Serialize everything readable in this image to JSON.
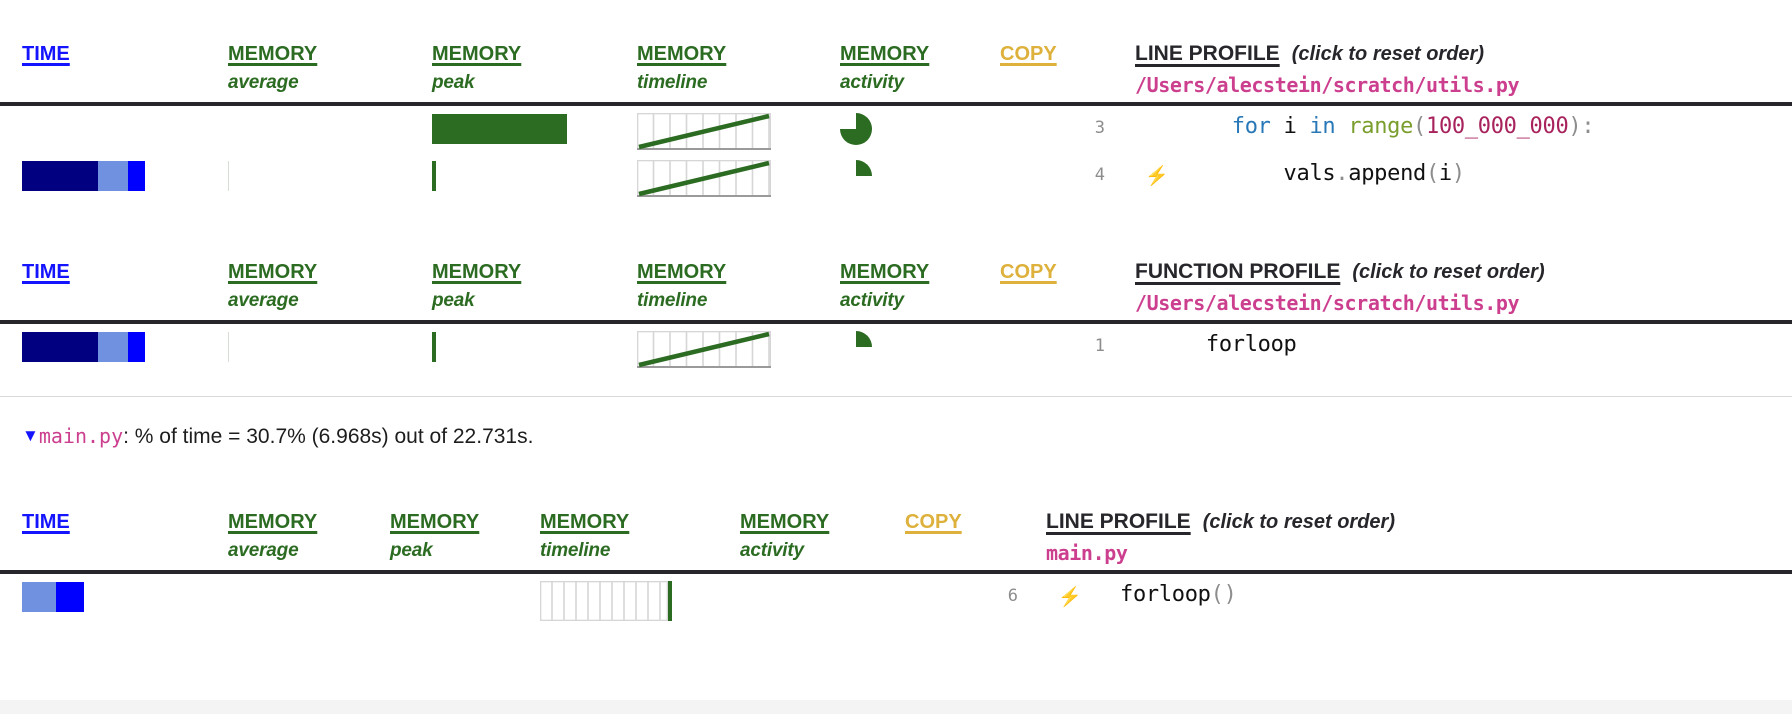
{
  "columns": {
    "time": {
      "main": "TIME",
      "sub": ""
    },
    "mem_average": {
      "main": "MEMORY",
      "sub": "average"
    },
    "mem_peak": {
      "main": "MEMORY",
      "sub": "peak"
    },
    "mem_timeline": {
      "main": "MEMORY",
      "sub": "timeline"
    },
    "mem_activity": {
      "main": "MEMORY",
      "sub": "activity"
    },
    "copy": {
      "main": "COPY",
      "sub": ""
    }
  },
  "colors": {
    "time_link": "#1414ff",
    "memory": "#2c6c22",
    "copy": "#ddb13b",
    "path": "#cc3f8e",
    "rule": "#26262b",
    "time_seg_dark": "#000080",
    "time_seg_mid": "#6f91e0",
    "time_seg_bright": "#0000ff"
  },
  "sections": [
    {
      "id": "line-profile-utils",
      "title": "LINE PROFILE",
      "hint": "(click to reset order)",
      "path": "/Users/alecstein/scratch/utils.py",
      "rows": [
        {
          "lineno": "3",
          "bolt": "",
          "code_tokens": [
            {
              "t": "    ",
              "c": "pln"
            },
            {
              "t": "for",
              "c": "kw"
            },
            {
              "t": " i ",
              "c": "pln"
            },
            {
              "t": "in",
              "c": "kw"
            },
            {
              "t": " ",
              "c": "pln"
            },
            {
              "t": "range",
              "c": "fn"
            },
            {
              "t": "(",
              "c": "pun"
            },
            {
              "t": "100_000_000",
              "c": "num"
            },
            {
              "t": ")",
              "c": "pun"
            },
            {
              "t": ":",
              "c": "pun"
            }
          ],
          "time_segments": [],
          "mem_average": false,
          "mem_peak_width": 135,
          "timeline": "ramp",
          "activity_pct": 75
        },
        {
          "lineno": "4",
          "bolt": "⚡",
          "code_tokens": [
            {
              "t": "        vals",
              "c": "pln"
            },
            {
              "t": ".",
              "c": "pun"
            },
            {
              "t": "append",
              "c": "pln"
            },
            {
              "t": "(",
              "c": "pun"
            },
            {
              "t": "i",
              "c": "pln"
            },
            {
              "t": ")",
              "c": "pun"
            }
          ],
          "time_segments": [
            {
              "color": "#000080",
              "width": 76
            },
            {
              "color": "#6f91e0",
              "width": 30
            },
            {
              "color": "#0000ff",
              "width": 17
            }
          ],
          "mem_average": true,
          "mem_peak_width": 4,
          "timeline": "ramp",
          "activity_pct": 25
        }
      ]
    },
    {
      "id": "function-profile-utils",
      "title": "FUNCTION PROFILE",
      "hint": "(click to reset order)",
      "path": "/Users/alecstein/scratch/utils.py",
      "rows": [
        {
          "lineno": "1",
          "bolt": "",
          "code_tokens": [
            {
              "t": "  forloop",
              "c": "pln"
            }
          ],
          "time_segments": [
            {
              "color": "#000080",
              "width": 76
            },
            {
              "color": "#6f91e0",
              "width": 30
            },
            {
              "color": "#0000ff",
              "width": 17
            }
          ],
          "mem_average": true,
          "mem_peak_width": 4,
          "timeline": "ramp",
          "activity_pct": 25
        }
      ]
    }
  ],
  "summary": {
    "triangle": "▼",
    "file": "main.py",
    "text": ": % of time = 30.7% (6.968s) out of 22.731s.",
    "percent": "30.7%",
    "self_time": "6.968s",
    "total_time": "22.731s"
  },
  "bottom_section": {
    "id": "line-profile-main",
    "title": "LINE PROFILE",
    "hint": "(click to reset order)",
    "path": "main.py",
    "rows": [
      {
        "lineno": "6",
        "bolt": "⚡",
        "code_tokens": [
          {
            "t": "forloop",
            "c": "pln"
          },
          {
            "t": "()",
            "c": "pun"
          }
        ],
        "time_segments": [
          {
            "color": "#6f91e0",
            "width": 34
          },
          {
            "color": "#0000ff",
            "width": 28
          }
        ],
        "mem_average": false,
        "mem_peak_width": 0,
        "timeline": "flat-end",
        "activity_pct": 0
      }
    ]
  }
}
